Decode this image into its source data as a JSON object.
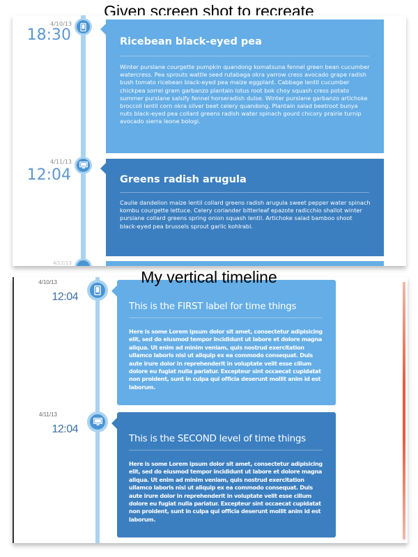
{
  "headings": {
    "top": "Given screen shot to recreate",
    "bottom": "My vertical timeline"
  },
  "colors": {
    "light_card": "#64ade6",
    "dark_card": "#3b7fc0",
    "timeline_line": "#a9d3f1",
    "node_inner": "#4a94d4",
    "time_text": "#5d98cf"
  },
  "top_timeline": {
    "entries": [
      {
        "date": "4/10/13",
        "time": "18:30",
        "icon": "phone-icon",
        "title": "Ricebean black-eyed pea",
        "body": "Winter purslane courgette pumpkin quandong komatsuna fennel green bean cucumber watercress. Pea sprouts wattle seed rutabaga okra yarrow cress avocado grape radish bush tomato ricebean black-eyed pea maize eggplant. Cabbage lentil cucumber chickpea sorrel gram garbanzo plantain lotus root bok choy squash cress potato summer purslane salsify fennel horseradish dulse. Winter purslane garbanzo artichoke broccoli lentil corn okra silver beet celery quandong. Plantain salad beetroot bunya nuts black-eyed pea collard greens radish water spinach gourd chicory prairie turnip avocado sierra leone bologi."
      },
      {
        "date": "4/11/13",
        "time": "12:04",
        "icon": "monitor-icon",
        "title": "Greens radish arugula",
        "body": "Caulie dandelion maize lentil collard greens radish arugula sweet pepper water spinach kombu courgette lettuce. Celery coriander bitterleaf epazote radicchio shallot winter purslane collard greens spring onion squash lentil. Artichoke salad bamboo shoot black-eyed pea brussels sprout garlic kohlrabi."
      }
    ],
    "partial_date": "4/12/13"
  },
  "bottom_timeline": {
    "entries": [
      {
        "date": "4/10/13",
        "time": "12:04",
        "icon": "phone-icon",
        "title": "This is the FIRST label for time things",
        "body": "Here is some Lorem ipsum dolor sit amet, consectetur adipisicing elit, sed do eiusmod tempor incididunt ut labore et dolore magna aliqua. Ut enim ad minim veniam, quis nostrud exercitation ullamco laboris nisi ut aliquip ex ea commodo consequat. Duis aute irure dolor in reprehenderit in voluptate velit esse cillum dolore eu fugiat nulla pariatur. Excepteur sint occaecat cupidatat non proident, sunt in culpa qui officia deserunt mollit anim id est laborum."
      },
      {
        "date": "4/11/13",
        "time": "12:04",
        "icon": "monitor-icon",
        "title": "This is the SECOND level of time things",
        "body": "Here is some Lorem ipsum dolor sit amet, consectetur adipisicing elit, sed do eiusmod tempor incididunt ut labore et dolore magna aliqua. Ut enim ad minim veniam, quis nostrud exercitation ullamco laboris nisi ut aliquip ex ea commodo consequat. Duis aute irure dolor in reprehenderit in voluptate velit esse cillum dolore eu fugiat nulla pariatur. Excepteur sint occaecat cupidatat non proident, sunt in culpa qui officia deserunt mollit anim id est laborum."
      }
    ]
  }
}
